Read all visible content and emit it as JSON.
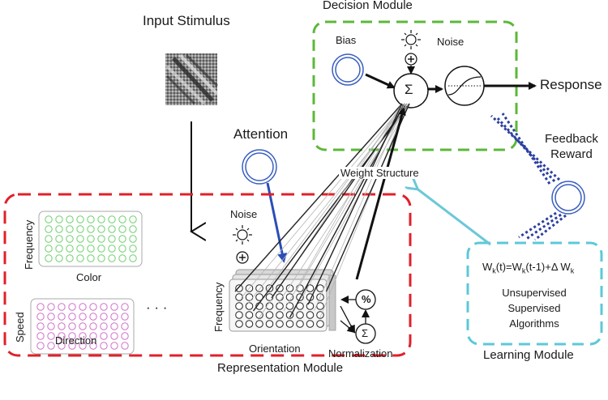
{
  "labels": {
    "input_stimulus": "Input Stimulus",
    "decision_module": "Decision Module",
    "bias": "Bias",
    "noise_decision": "Noise",
    "sum_symbol": "Σ",
    "response": "Response",
    "attention": "Attention",
    "feedback_line1": "Feedback",
    "feedback_line2": "Reward",
    "weight_structure": "Weight Structure",
    "noise_representation": "Noise",
    "plus_symbol": "+",
    "frequency_color_axis": "Frequency",
    "color": "Color",
    "speed_axis": "Speed",
    "direction": "Direction",
    "ellipsis": "· · ·",
    "frequency_orientation_axis": "Frequency",
    "orientation": "Orientation",
    "percent_symbol": "%",
    "normalization_sum_symbol": "Σ",
    "normalization": "Normalization",
    "representation_module": "Representation Module",
    "learning_rule_w": "W",
    "learning_rule_k1": "k",
    "learning_rule_mid": "(t)=W",
    "learning_rule_k2": "k",
    "learning_rule_end": "(t-1)+Δ W",
    "learning_rule_k3": "k",
    "unsupervised": "Unsupervised",
    "supervised": "Supervised",
    "algorithms": "Algorithms",
    "learning_module": "Learning Module"
  },
  "colors": {
    "decision_box": "#5cb83a",
    "representation_box": "#e0202a",
    "learning_box": "#5cc8d8",
    "attention_arrow": "#2a4db8",
    "feedback_dots": "#2a3fa0",
    "learning_arrow": "#6cc8d8",
    "color_grid_circles": "#6fcf6f",
    "direction_grid_circles": "#d070c8",
    "neuron_ring": "#3a5fc0"
  },
  "icons": [
    "sun-icon",
    "plus-circle-icon",
    "sigmoid-icon",
    "neuron-icon"
  ]
}
